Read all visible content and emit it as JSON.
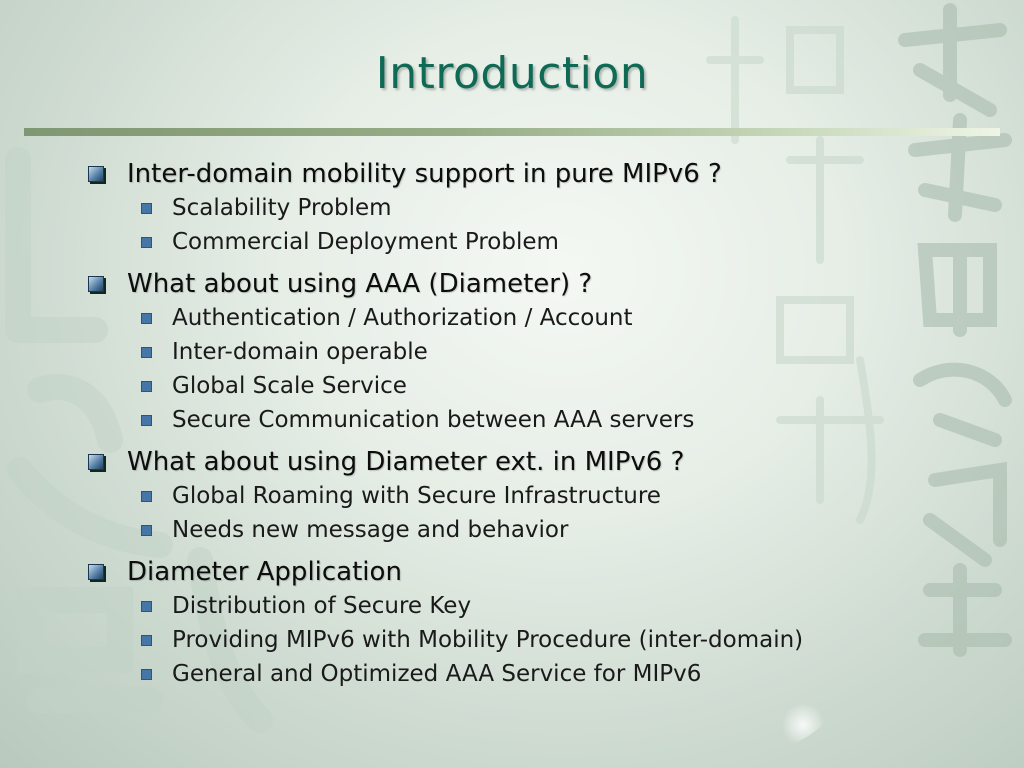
{
  "slide": {
    "title": "Introduction",
    "bullets": [
      {
        "text": "Inter-domain mobility support in pure MIPv6 ?",
        "subitems": [
          "Scalability Problem",
          "Commercial Deployment Problem"
        ]
      },
      {
        "text": "What about using AAA (Diameter) ?",
        "subitems": [
          "Authentication / Authorization / Account",
          "Inter-domain operable",
          "Global Scale Service",
          "Secure Communication between AAA servers"
        ]
      },
      {
        "text": "What about using Diameter ext. in MIPv6 ?",
        "subitems": [
          "Global Roaming with Secure Infrastructure",
          "Needs new message and behavior"
        ]
      },
      {
        "text": "Diameter Application",
        "subitems": [
          "Distribution of Secure Key",
          "Providing MIPv6 with Mobility Procedure (inter-domain)",
          "General and Optimized AAA Service for MIPv6"
        ]
      }
    ]
  },
  "colors": {
    "title": "#0f6a55",
    "rule": "#8ea37e",
    "bullet_primary": "#4676a8",
    "background": "#e6eee6"
  },
  "icons": {
    "level1_bullet": "square-bevel-bullet-icon",
    "level2_bullet": "square-bullet-icon"
  }
}
